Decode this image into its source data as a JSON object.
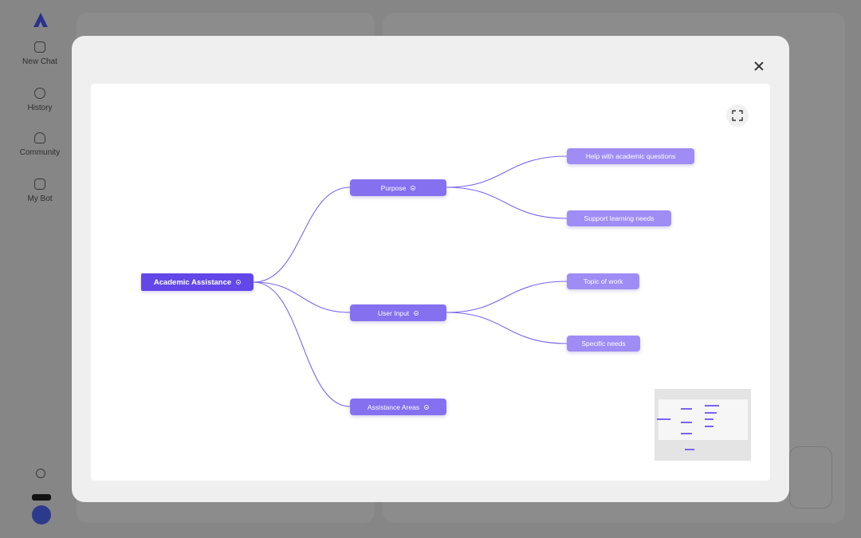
{
  "background": {
    "nav_items": [
      {
        "label": "New Chat",
        "icon": "edit-icon"
      },
      {
        "label": "History",
        "icon": "clock-icon"
      },
      {
        "label": "Community",
        "icon": "person-icon"
      },
      {
        "label": "My Bot",
        "icon": "bot-icon"
      }
    ]
  },
  "mindmap": {
    "root": {
      "label": "Academic Assistance"
    },
    "branches": [
      {
        "label": "Purpose",
        "children": [
          "Help with academic questions",
          "Support learning needs"
        ]
      },
      {
        "label": "User Input",
        "children": [
          "Topic of work",
          "Specific needs"
        ]
      },
      {
        "label": "Assistance Areas",
        "children": []
      }
    ]
  },
  "colors": {
    "root": "#6347e9",
    "branch": "#8570ef",
    "leaf": "#9f8cf4",
    "edge": "#7b63ee"
  },
  "icons": {
    "close": "close-icon",
    "fullscreen": "fullscreen-icon",
    "collapse": "collapse-toggle-icon"
  }
}
